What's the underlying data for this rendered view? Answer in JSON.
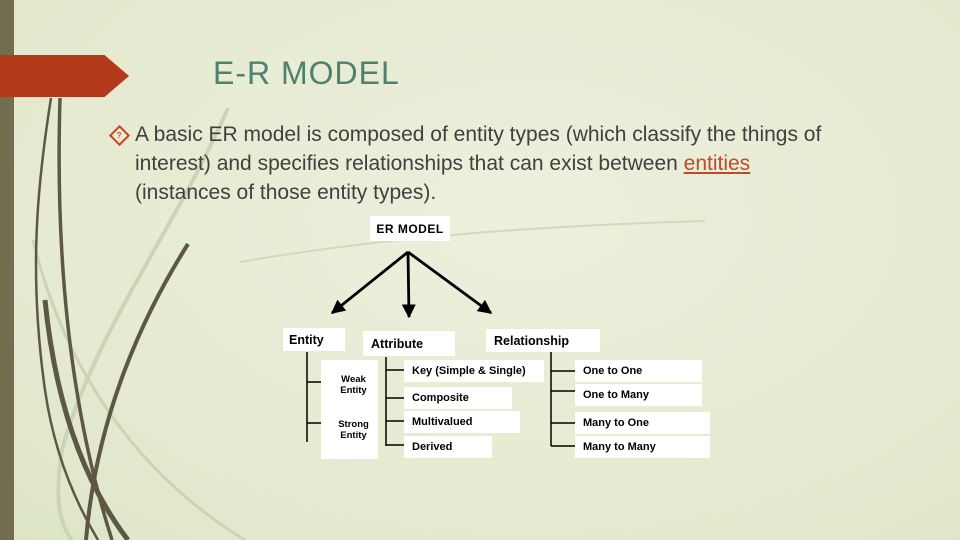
{
  "colors": {
    "bg-light": "#edf0dd",
    "bg-mid": "#e5ead0",
    "bg-deep": "#dde5c6",
    "left-bar": "#746c4e",
    "banner-red": "#b23a1a",
    "title-teal": "#4d8170",
    "body-text": "#3f4040",
    "link-orange": "#c04a28",
    "curve-dark": "#5e5743",
    "curve-light": "#cbd5b4",
    "node-bg": "#ffffff",
    "node-text": "#000000"
  },
  "title": "E-R MODEL",
  "bullet": {
    "glyph": "?",
    "line1": "A basic ER model is composed of entity types (which classify the things of",
    "line2_before": "interest) and specifies relationships that can exist between ",
    "link": "entities",
    "line3": "(instances of those entity types)."
  },
  "diagram": {
    "root": "ER MODEL",
    "branches": [
      {
        "label": "Entity",
        "children": [
          "Weak Entity",
          "Strong Entity"
        ]
      },
      {
        "label": "Attribute",
        "children": [
          "Key (Simple & Single)",
          "Composite",
          "Multivalued",
          "Derived"
        ]
      },
      {
        "label": "Relationship",
        "children": [
          "One to One",
          "One to Many",
          "Many to One",
          "Many to Many"
        ]
      }
    ]
  }
}
